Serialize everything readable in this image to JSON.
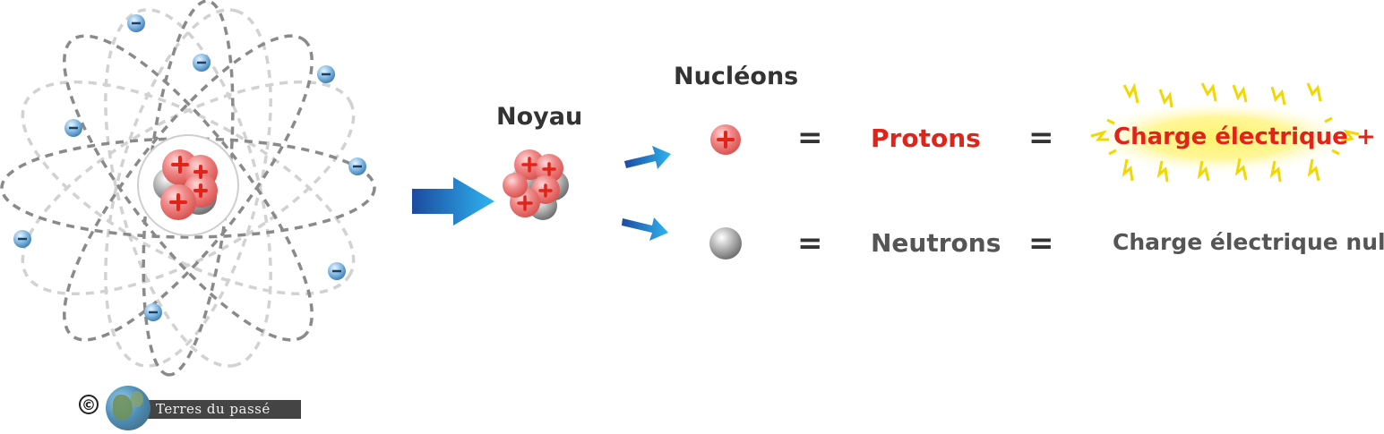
{
  "labels": {
    "nucleons": "Nucléons",
    "noyau": "Noyau",
    "protons": "Protons",
    "neutrons": "Neutrons",
    "charge_plus": "Charge électrique +",
    "charge_nulle": "Charge électrique nulle",
    "equals": "="
  },
  "credit": {
    "copyright_symbol": "©",
    "text": "Terres du passé"
  },
  "icons": {
    "electron_sign": "-",
    "proton_sign": "+"
  },
  "colors": {
    "proton_red": "#e2231a",
    "electron_blue": "#4a8fc7",
    "neutron_grey": "#8c8c8c",
    "arrow_blue": "#1f6fc0",
    "spark_yellow": "#f5e400"
  }
}
